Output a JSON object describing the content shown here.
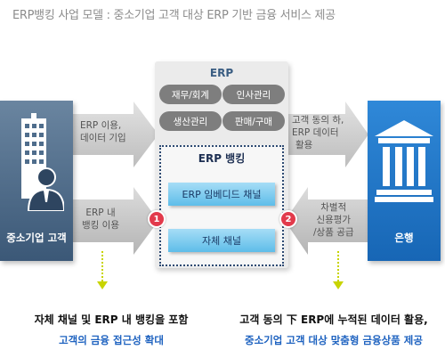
{
  "title": "ERP뱅킹 사업 모델 : 중소기업 고객 대상 ERP 기반 금융 서비스 제공",
  "left_box": {
    "label": "중소기업 고객",
    "icon": "businessman-building-icon"
  },
  "right_box": {
    "label": "은행",
    "icon": "bank-building-icon"
  },
  "erp": {
    "title": "ERP",
    "modules": [
      "재무/회계",
      "인사관리",
      "생산관리",
      "판매/구매"
    ]
  },
  "banking": {
    "title": "ERP 뱅킹",
    "channels": [
      "ERP 임베디드 채널",
      "자체 채널"
    ]
  },
  "arrows": {
    "top_left": [
      "ERP 이용,",
      "데이터 기입"
    ],
    "top_right": [
      "고객 동의 하,",
      "ERP 데이터",
      "활용"
    ],
    "bottom_left": [
      "ERP 내",
      "뱅킹 이용"
    ],
    "bottom_right": [
      "차별적",
      "신용평가",
      "/상품 공급"
    ]
  },
  "badges": [
    "1",
    "2"
  ],
  "bottom_left_text": {
    "line1": "자체 채널 및 ERP 내 뱅킹을 포함",
    "line2": "고객의 금융 접근성 확대"
  },
  "bottom_right_text": {
    "line1": "고객 동의 下 ERP에 누적된 데이터 활용,",
    "line2": "중소기업 고객 대상 맞춤형 금융상품 제공"
  },
  "colors": {
    "left_box": "#4a6887",
    "bank_box": "#1f74c8",
    "badge": "#e23a4b",
    "accent_blue": "#1f63c0",
    "arrow_yellow": "#c8d400"
  }
}
